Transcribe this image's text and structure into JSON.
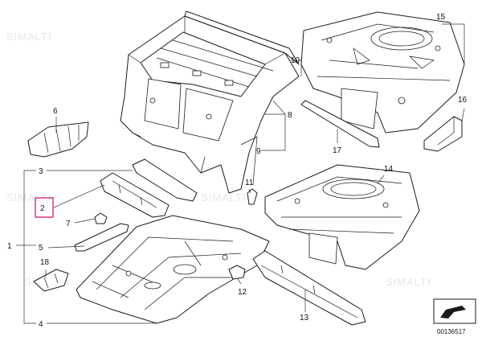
{
  "diagram": {
    "callouts": [
      "1",
      "2",
      "3",
      "4",
      "5",
      "6",
      "7",
      "8",
      "9",
      "10",
      "11",
      "12",
      "13",
      "14",
      "15",
      "16",
      "17",
      "18"
    ],
    "highlighted": "2",
    "highlight_color": "#e0338a",
    "document_id": "00136517",
    "watermark": "SIMALTI"
  }
}
